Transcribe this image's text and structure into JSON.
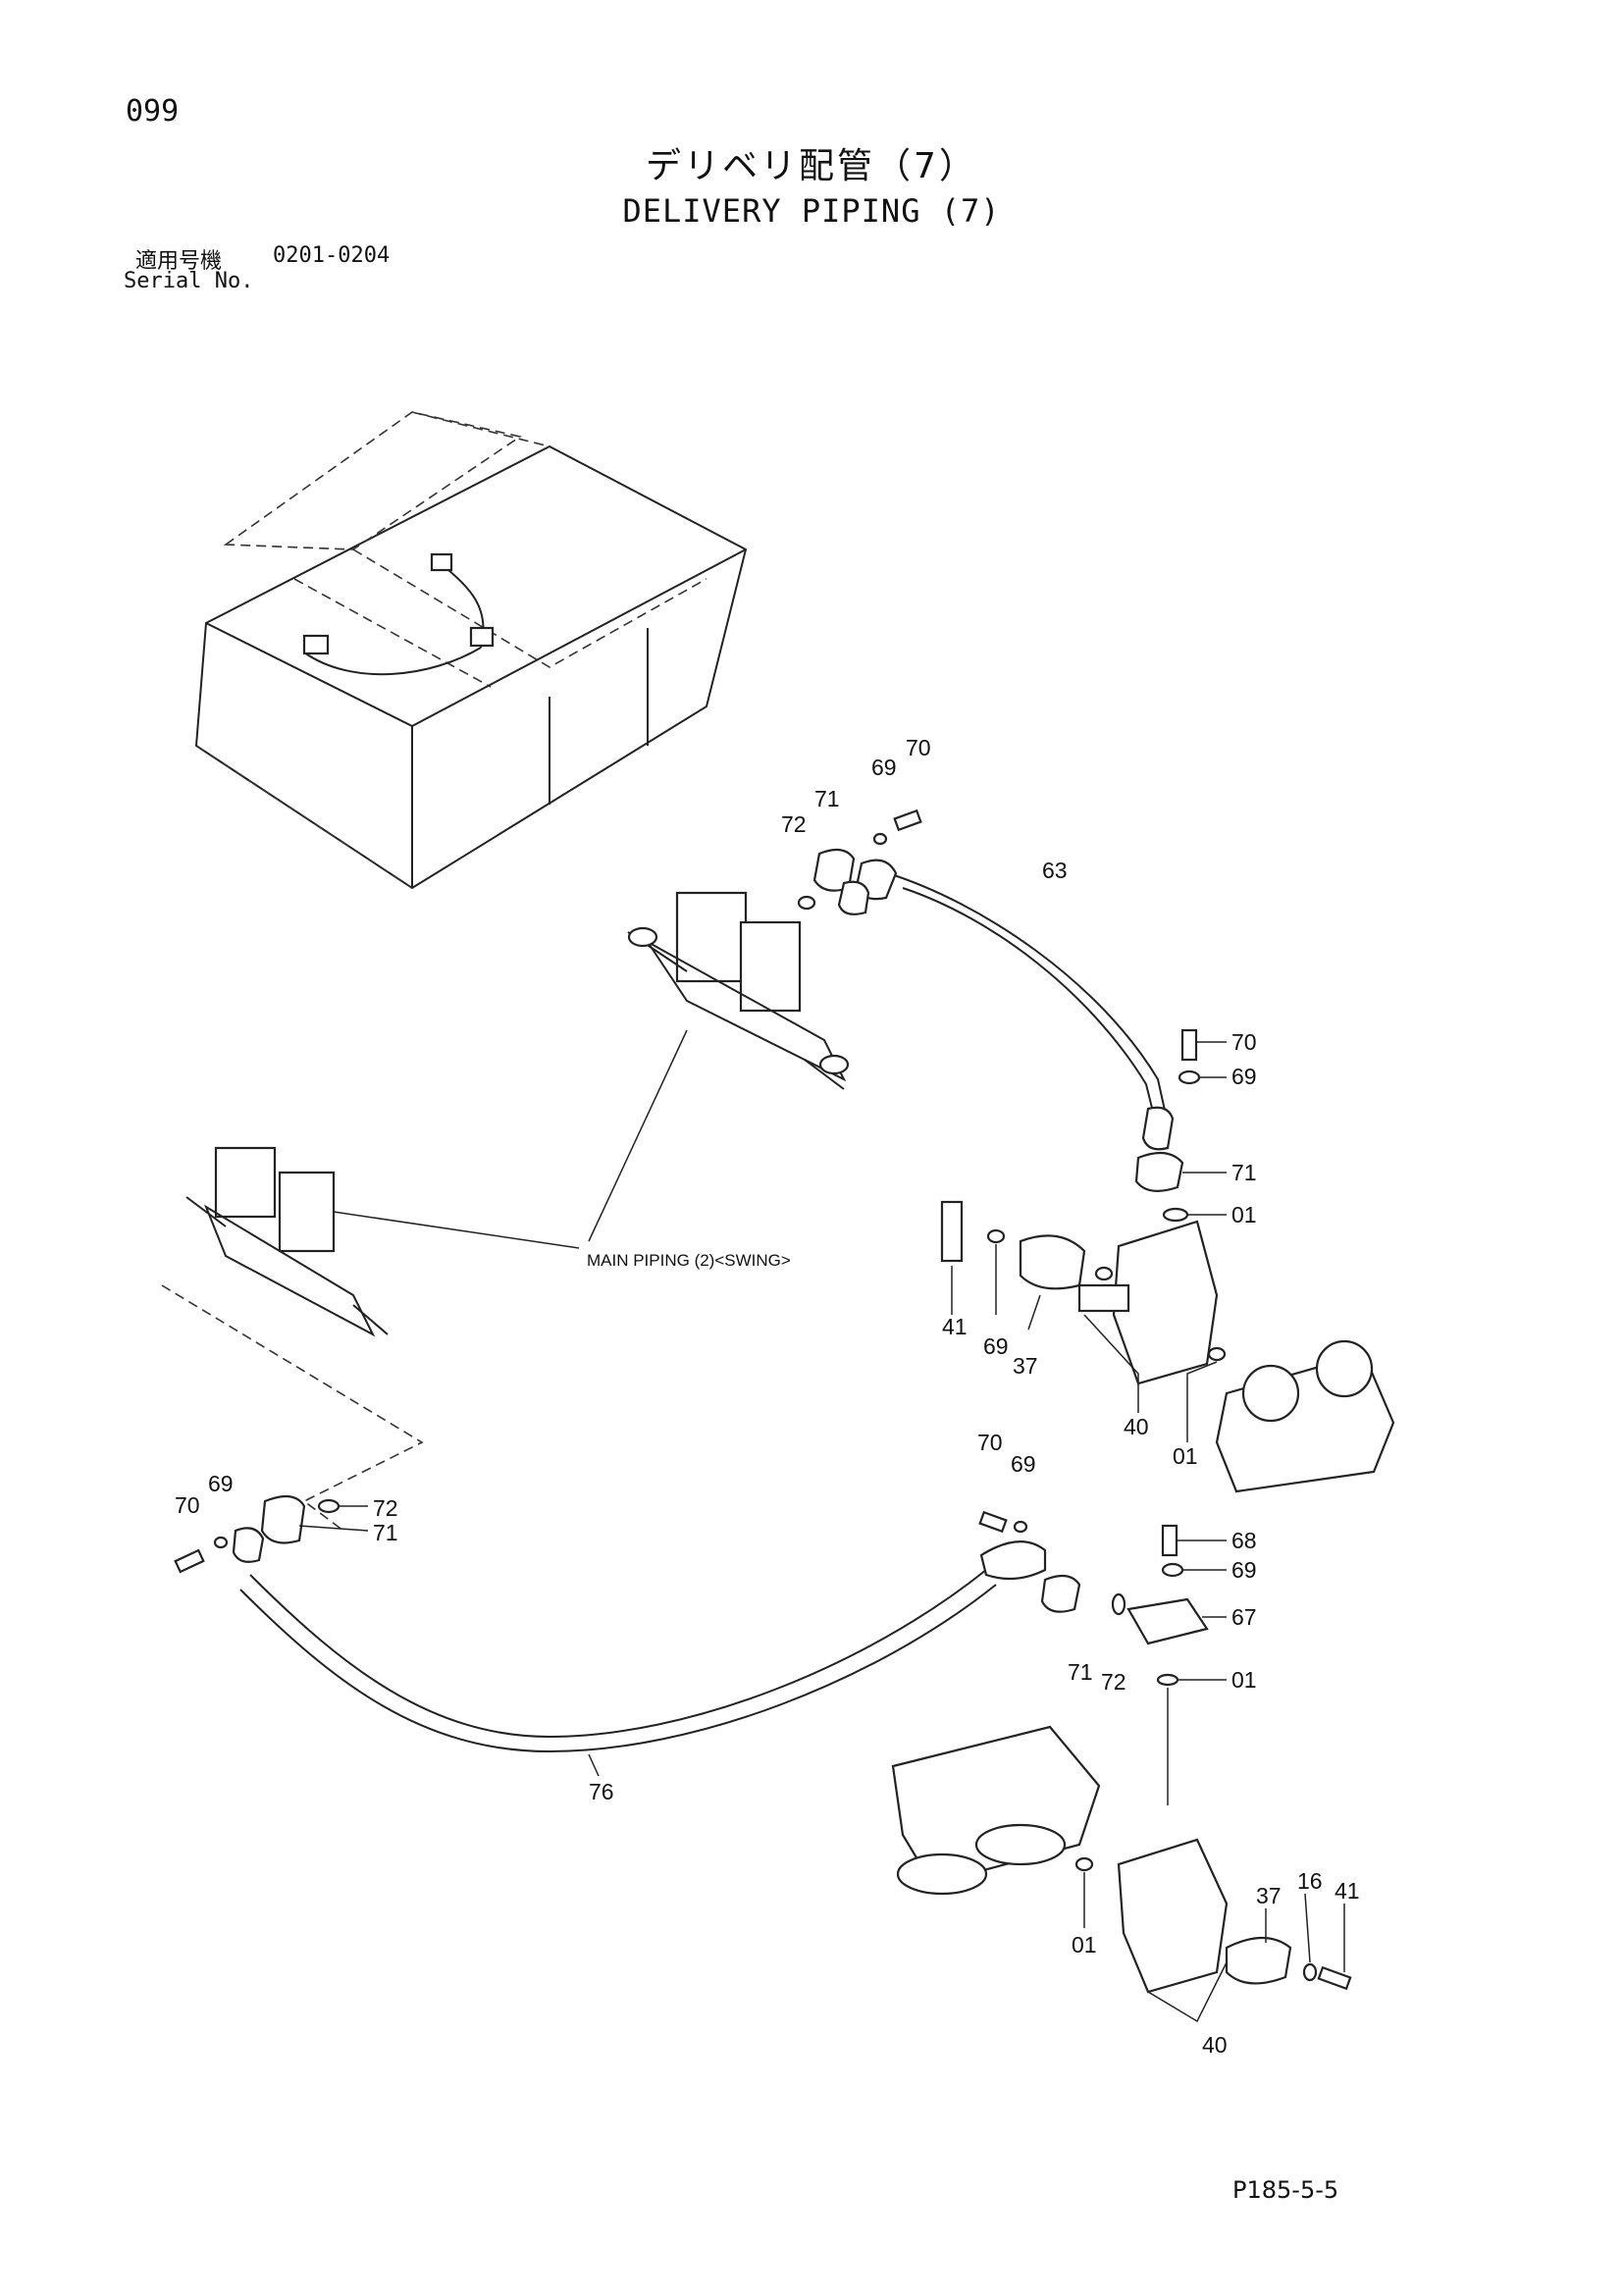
{
  "header": {
    "page_number": "099",
    "title_jp": "デリベリ配管（7）",
    "title_en": "DELIVERY PIPING (7)",
    "serial_label_jp": "適用号機",
    "serial_range": "0201-0204",
    "serial_label_en": "Serial No."
  },
  "footer": {
    "page_code": "P185-5-5"
  },
  "reference_note": "MAIN PIPING (2)<SWING>",
  "callouts": {
    "c70_top": "70",
    "c69_top": "69",
    "c71_top": "71",
    "c72_top": "72",
    "c63": "63",
    "c70_r": "70",
    "c69_r": "69",
    "c71_r": "71",
    "c01_r": "01",
    "c41_m": "41",
    "c69_m": "69",
    "c37_m": "37",
    "c40_m": "40",
    "c01_m": "01",
    "c70_l": "70",
    "c69_l": "69",
    "c72_l": "72",
    "c71_l": "71",
    "c70_b": "70",
    "c69_b": "69",
    "c68_b": "68",
    "c69_b2": "69",
    "c67_b": "67",
    "c71_b": "71",
    "c72_b": "72",
    "c01_b": "01",
    "c76": "76",
    "c37_bb": "37",
    "c16_bb": "16",
    "c41_bb": "41",
    "c01_bb": "01",
    "c40_bb": "40"
  },
  "colors": {
    "ink": "#111111",
    "paper": "#ffffff"
  }
}
